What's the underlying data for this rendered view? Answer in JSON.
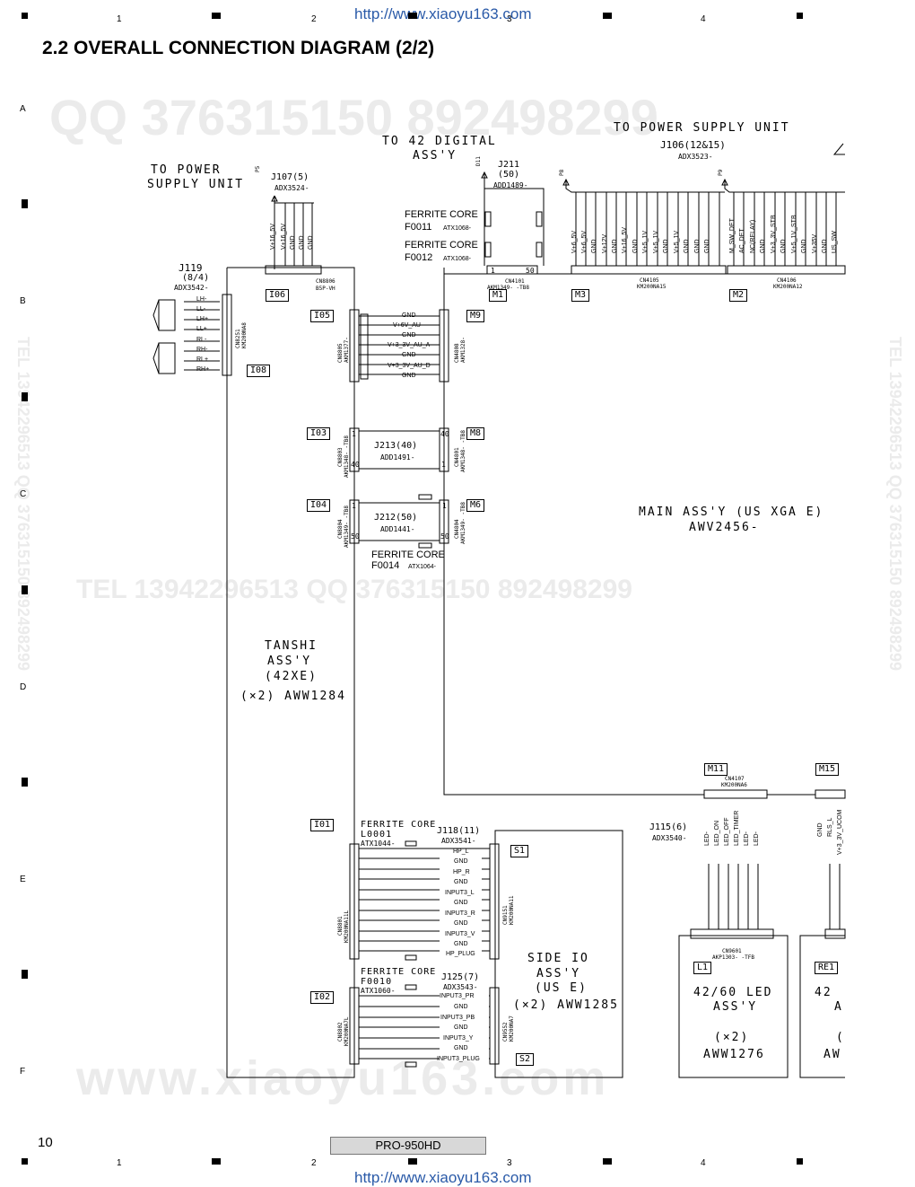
{
  "page": {
    "title": "2.2  OVERALL CONNECTION DIAGRAM (2/2)",
    "url_top": "http://www.xiaoyu163.com",
    "url_bottom": "http://www.xiaoyu163.com",
    "page_number": "10",
    "model": "PRO-950HD",
    "col_labels": [
      "1",
      "2",
      "3",
      "4"
    ],
    "row_labels": [
      "A",
      "B",
      "C",
      "D",
      "E",
      "F"
    ]
  },
  "watermarks": {
    "qq_top": "QQ 376315150   892498299",
    "tel_mid": "TEL  13942296513     QQ  376315150  892498299",
    "site_bottom": "www.xiaoyu163.com",
    "side_left": "TEL 13942296513  QQ 376315150  892498299",
    "side_right": "TEL 13942296513  QQ 376315150  892498299"
  },
  "top_labels": {
    "to_power_left": [
      "TO POWER",
      "SUPPLY UNIT"
    ],
    "to_digital": [
      "TO 42 DIGITAL",
      "ASS'Y"
    ],
    "to_power_right": "TO POWER SUPPLY UNIT",
    "j106": "J106(12&15)",
    "j106_part": "ADX3523-",
    "j107": "J107(5)",
    "j107_part": "ADX3524-",
    "j211": "J211",
    "j211_pins": "(50)",
    "j211_part": "ADD1489-",
    "p5": "P5",
    "d11": "D11",
    "p8": "P8",
    "p9": "P9"
  },
  "ferrite": {
    "f0011_name": "FERRITE CORE",
    "f0011_ref": "F0011",
    "f0011_part": "ATX1068-",
    "f0012_name": "FERRITE CORE",
    "f0012_ref": "F0012",
    "f0012_part": "ATX1068-",
    "f0014_name": "FERRITE CORE",
    "f0014_ref": "F0014",
    "f0014_part": "ATX1064-",
    "l0001_name": "FERRITE CORE",
    "l0001_ref": "L0001",
    "l0001_part": "ATX1044-",
    "f0010_name": "FERRITE CORE",
    "f0010_ref": "F0010",
    "f0010_part": "ATX1060-"
  },
  "j107_signals": [
    "V+16_5V",
    "V+16_5V",
    "GND",
    "GND",
    "GND"
  ],
  "cn4105_signals": [
    "V+6_5V",
    "V+6_5V",
    "GND",
    "V+12V",
    "GND",
    "V+16_5V",
    "GND",
    "V+5_1V",
    "V+5_1V",
    "GND",
    "V+5_1V",
    "GND",
    "GND",
    "GND"
  ],
  "cn4106_signals": [
    "M_SW_DET",
    "AC_DET",
    "NC(RELAY)",
    "GND",
    "V+3_3V_STB",
    "GND",
    "V+5_1V_STB",
    "GND",
    "V+35V",
    "GND",
    "US_SW"
  ],
  "connectors": {
    "cn8806": "CN8806",
    "cn8806_part": "B5P-VH",
    "cn4101": "CN4101",
    "cn4101_part": "AKM1349- -TB8",
    "cn4105": "CN4105",
    "cn4105_part": "KM200NA15",
    "cn4106": "CN4106",
    "cn4106_part": "KM200NA12",
    "cn8251": "CN8251",
    "cn8251_part": "KM200NA8",
    "cn8805": "CN8805",
    "cn8805_part": "AKM1377-",
    "cn4808": "CN4808",
    "cn4808_part": "AKM1328-",
    "cn8803": "CN8803",
    "cn8803_part": "AKM1348- -TB8",
    "cn4801": "CN4801",
    "cn4801_part": "AKM1348- -TB8",
    "cn8804": "CN8804",
    "cn8804_part": "AKM1349- -TB8",
    "cn4804": "CN4804",
    "cn4804_part": "AKM1349- -TB8",
    "cn4107": "CN4107",
    "cn4107_part": "KM200NA6",
    "cn8801": "CN8801",
    "cn8801_part": "KM200NA11L",
    "cn8802": "CN8802",
    "cn8802_part": "KM200NA7L",
    "cn9151": "CN9151",
    "cn9151_part": "KM200NA11",
    "cn9552": "CN9552",
    "cn9552_part": "KM200NA7",
    "cn9601": "CN9601",
    "cn9601_part": "AKP1303- -TFB"
  },
  "pin_marks": {
    "cn4101_first": "1",
    "cn4101_last": "50",
    "j213_top": "1",
    "j213_top_r": "40",
    "j213_bot": "40",
    "j213_bot_r": "1",
    "j212_top": "1",
    "j212_top_r": "1",
    "j212_bot": "50",
    "j212_bot_r": "50"
  },
  "tags": {
    "i06": "I06",
    "i05": "I05",
    "i08": "I08",
    "i03": "I03",
    "i04": "I04",
    "i01": "I01",
    "i02": "I02",
    "m1": "M1",
    "m3": "M3",
    "m2": "M2",
    "m9": "M9",
    "m8": "M8",
    "m6": "M6",
    "m11": "M11",
    "m15": "M15",
    "s1": "S1",
    "s2": "S2",
    "l1": "L1",
    "re1": "RE1"
  },
  "j119": {
    "name": "J119",
    "pins": "(8/4)",
    "part": "ADX3542-",
    "signals": [
      "LH-",
      "LL-",
      "LH+",
      "LL+",
      "RL-",
      "RH-",
      "RL+",
      "RH+"
    ]
  },
  "cn8805_signals": [
    "GND",
    "V+6V_AU",
    "GND",
    "V+3_3V_AU_A",
    "GND",
    "V+3_3V_AU_D",
    "GND"
  ],
  "cables": {
    "j213": "J213(40)",
    "j213_part": "ADD1491-",
    "j212": "J212(50)",
    "j212_part": "ADD1441-",
    "j118": "J118(11)",
    "j118_part": "ADX3541-",
    "j125": "J125(7)",
    "j125_part": "ADX3543-",
    "j115": "J115(6)",
    "j115_part": "ADX3540-"
  },
  "j118_signals": [
    "HP_L",
    "GND",
    "HP_R",
    "GND",
    "INPUT3_L",
    "GND",
    "INPUT3_R",
    "GND",
    "INPUT3_V",
    "GND",
    "HP_PLUG"
  ],
  "j125_signals": [
    "INPUT3_PR",
    "GND",
    "INPUT3_PB",
    "GND",
    "INPUT3_Y",
    "GND",
    "INPUT3_PLUG"
  ],
  "j115_signals": [
    "LED-",
    "LED_ON",
    "LED_OFF",
    "LED_TIMER",
    "LED-",
    "LED-"
  ],
  "re_signals": [
    "GND",
    "RLS_L",
    "V+3_3V_UCOM"
  ],
  "main_assy": [
    "MAIN ASS'Y (US XGA E)",
    "AWV2456-"
  ],
  "tanshi": [
    "TANSHI",
    "ASS'Y",
    "(42XE)",
    "(×2) AWW1284"
  ],
  "side_io": [
    "SIDE IO",
    "ASS'Y",
    "(US E)",
    "(×2) AWW1285"
  ],
  "led_assy": [
    "42/60 LED",
    "ASS'Y",
    "(×2)",
    "AWW1276"
  ],
  "re_assy": [
    "42",
    "A",
    "(",
    "AW"
  ]
}
